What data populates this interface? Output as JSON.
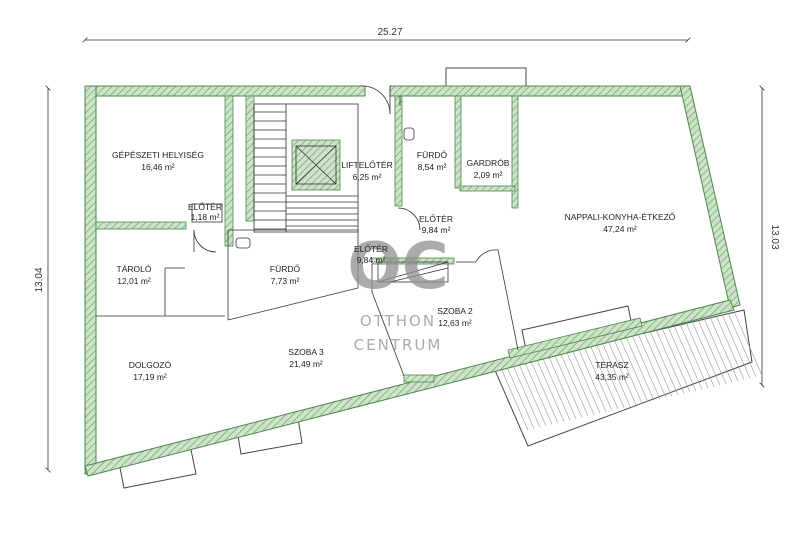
{
  "dimensions": {
    "width": "25.27",
    "height_left": "13.04",
    "height_right": "13.03"
  },
  "rooms": [
    {
      "name": "GÉPÉSZETI HELYISÉG",
      "area": "16,46 m²"
    },
    {
      "name": "ELŐTÉR",
      "area": "1,18 m²"
    },
    {
      "name": "LIFTELŐTÉR",
      "area": "6,25 m²"
    },
    {
      "name": "FÜRDŐ",
      "area": "8,54 m²"
    },
    {
      "name": "GARDRÓB",
      "area": "2,09 m²"
    },
    {
      "name": "ELŐTÉR",
      "area": "9,84 m²"
    },
    {
      "name": "ELŐTÉR",
      "area": "9,84 m²"
    },
    {
      "name": "NAPPALI-KONYHA-ÉTKEZŐ",
      "area": "47,24 m²"
    },
    {
      "name": "TÁROLÓ",
      "area": "12,01 m²"
    },
    {
      "name": "FÜRDŐ",
      "area": "7,73 m²"
    },
    {
      "name": "SZOBA 2",
      "area": "12,63 m²"
    },
    {
      "name": "DOLGOZÓ",
      "area": "17,19 m²"
    },
    {
      "name": "SZOBA 3",
      "area": "21,49 m²"
    },
    {
      "name": "TERASZ",
      "area": "43,35 m²"
    }
  ],
  "watermark": {
    "mark": "OC",
    "line1": "OTTHON",
    "line2": "CENTRUM"
  },
  "colors": {
    "wall_fill": "#c9dcc4",
    "wall_stroke": "#4a8a4a",
    "wall_hatch": "#5e9a5e",
    "line": "#333333",
    "watermark": "#8f8f8f"
  }
}
